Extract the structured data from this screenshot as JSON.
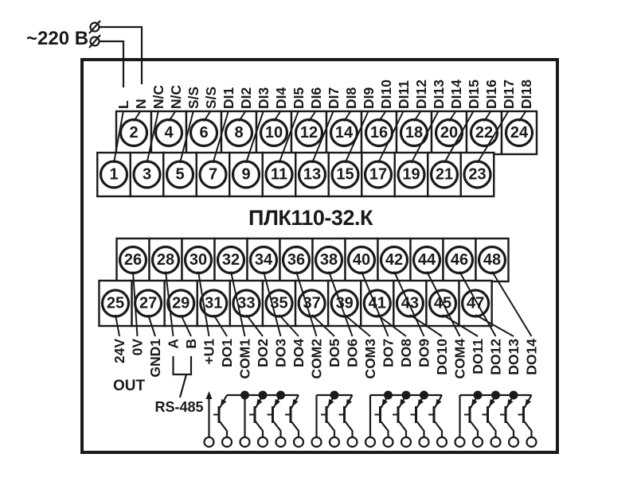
{
  "device": {
    "title": "ПЛК110-32.К"
  },
  "power_supply": {
    "label": "~220 В"
  },
  "top_block": {
    "labels": [
      "L",
      "N",
      "N/C",
      "N/C",
      "S/S",
      "S/S",
      "DI1",
      "DI2",
      "DI3",
      "DI4",
      "DI5",
      "DI6",
      "DI7",
      "DI8",
      "DI9",
      "DI10",
      "DI11",
      "DI12",
      "DI13",
      "DI14",
      "DI15",
      "DI16",
      "DI17",
      "DI18"
    ],
    "even_terminals": [
      2,
      4,
      6,
      8,
      10,
      12,
      14,
      16,
      18,
      20,
      22,
      24
    ],
    "odd_terminals": [
      1,
      3,
      5,
      7,
      9,
      11,
      13,
      15,
      17,
      19,
      21,
      23
    ]
  },
  "bottom_block": {
    "labels": [
      "24V",
      "0V",
      "GND1",
      "A",
      "B",
      "+U1",
      "DO1",
      "COM1",
      "DO2",
      "DO3",
      "DO4",
      "COM2",
      "DO5",
      "DO6",
      "COM3",
      "DO7",
      "DO8",
      "DO9",
      "DO10",
      "COM4",
      "DO11",
      "DO12",
      "DO13",
      "DO14"
    ],
    "even_terminals": [
      26,
      28,
      30,
      32,
      34,
      36,
      38,
      40,
      42,
      44,
      46,
      48
    ],
    "odd_terminals": [
      25,
      27,
      29,
      31,
      33,
      35,
      37,
      39,
      41,
      43,
      45,
      47
    ],
    "out_label": "OUT",
    "rs485_label": "RS-485",
    "rs485_pins": [
      "A",
      "B"
    ]
  },
  "output_circuit": {
    "power_rail_label": "+U1",
    "groups": [
      {
        "com": "COM1",
        "outputs": [
          "DO1",
          "DO2",
          "DO3",
          "DO4"
        ]
      },
      {
        "com": "COM2",
        "outputs": [
          "DO5",
          "DO6"
        ]
      },
      {
        "com": "COM3",
        "outputs": [
          "DO7",
          "DO8",
          "DO9",
          "DO10"
        ]
      },
      {
        "com": "COM4",
        "outputs": [
          "DO11",
          "DO12",
          "DO13",
          "DO14"
        ]
      }
    ]
  },
  "colors": {
    "ink": "#1a1a1a",
    "background": "#ffffff"
  }
}
